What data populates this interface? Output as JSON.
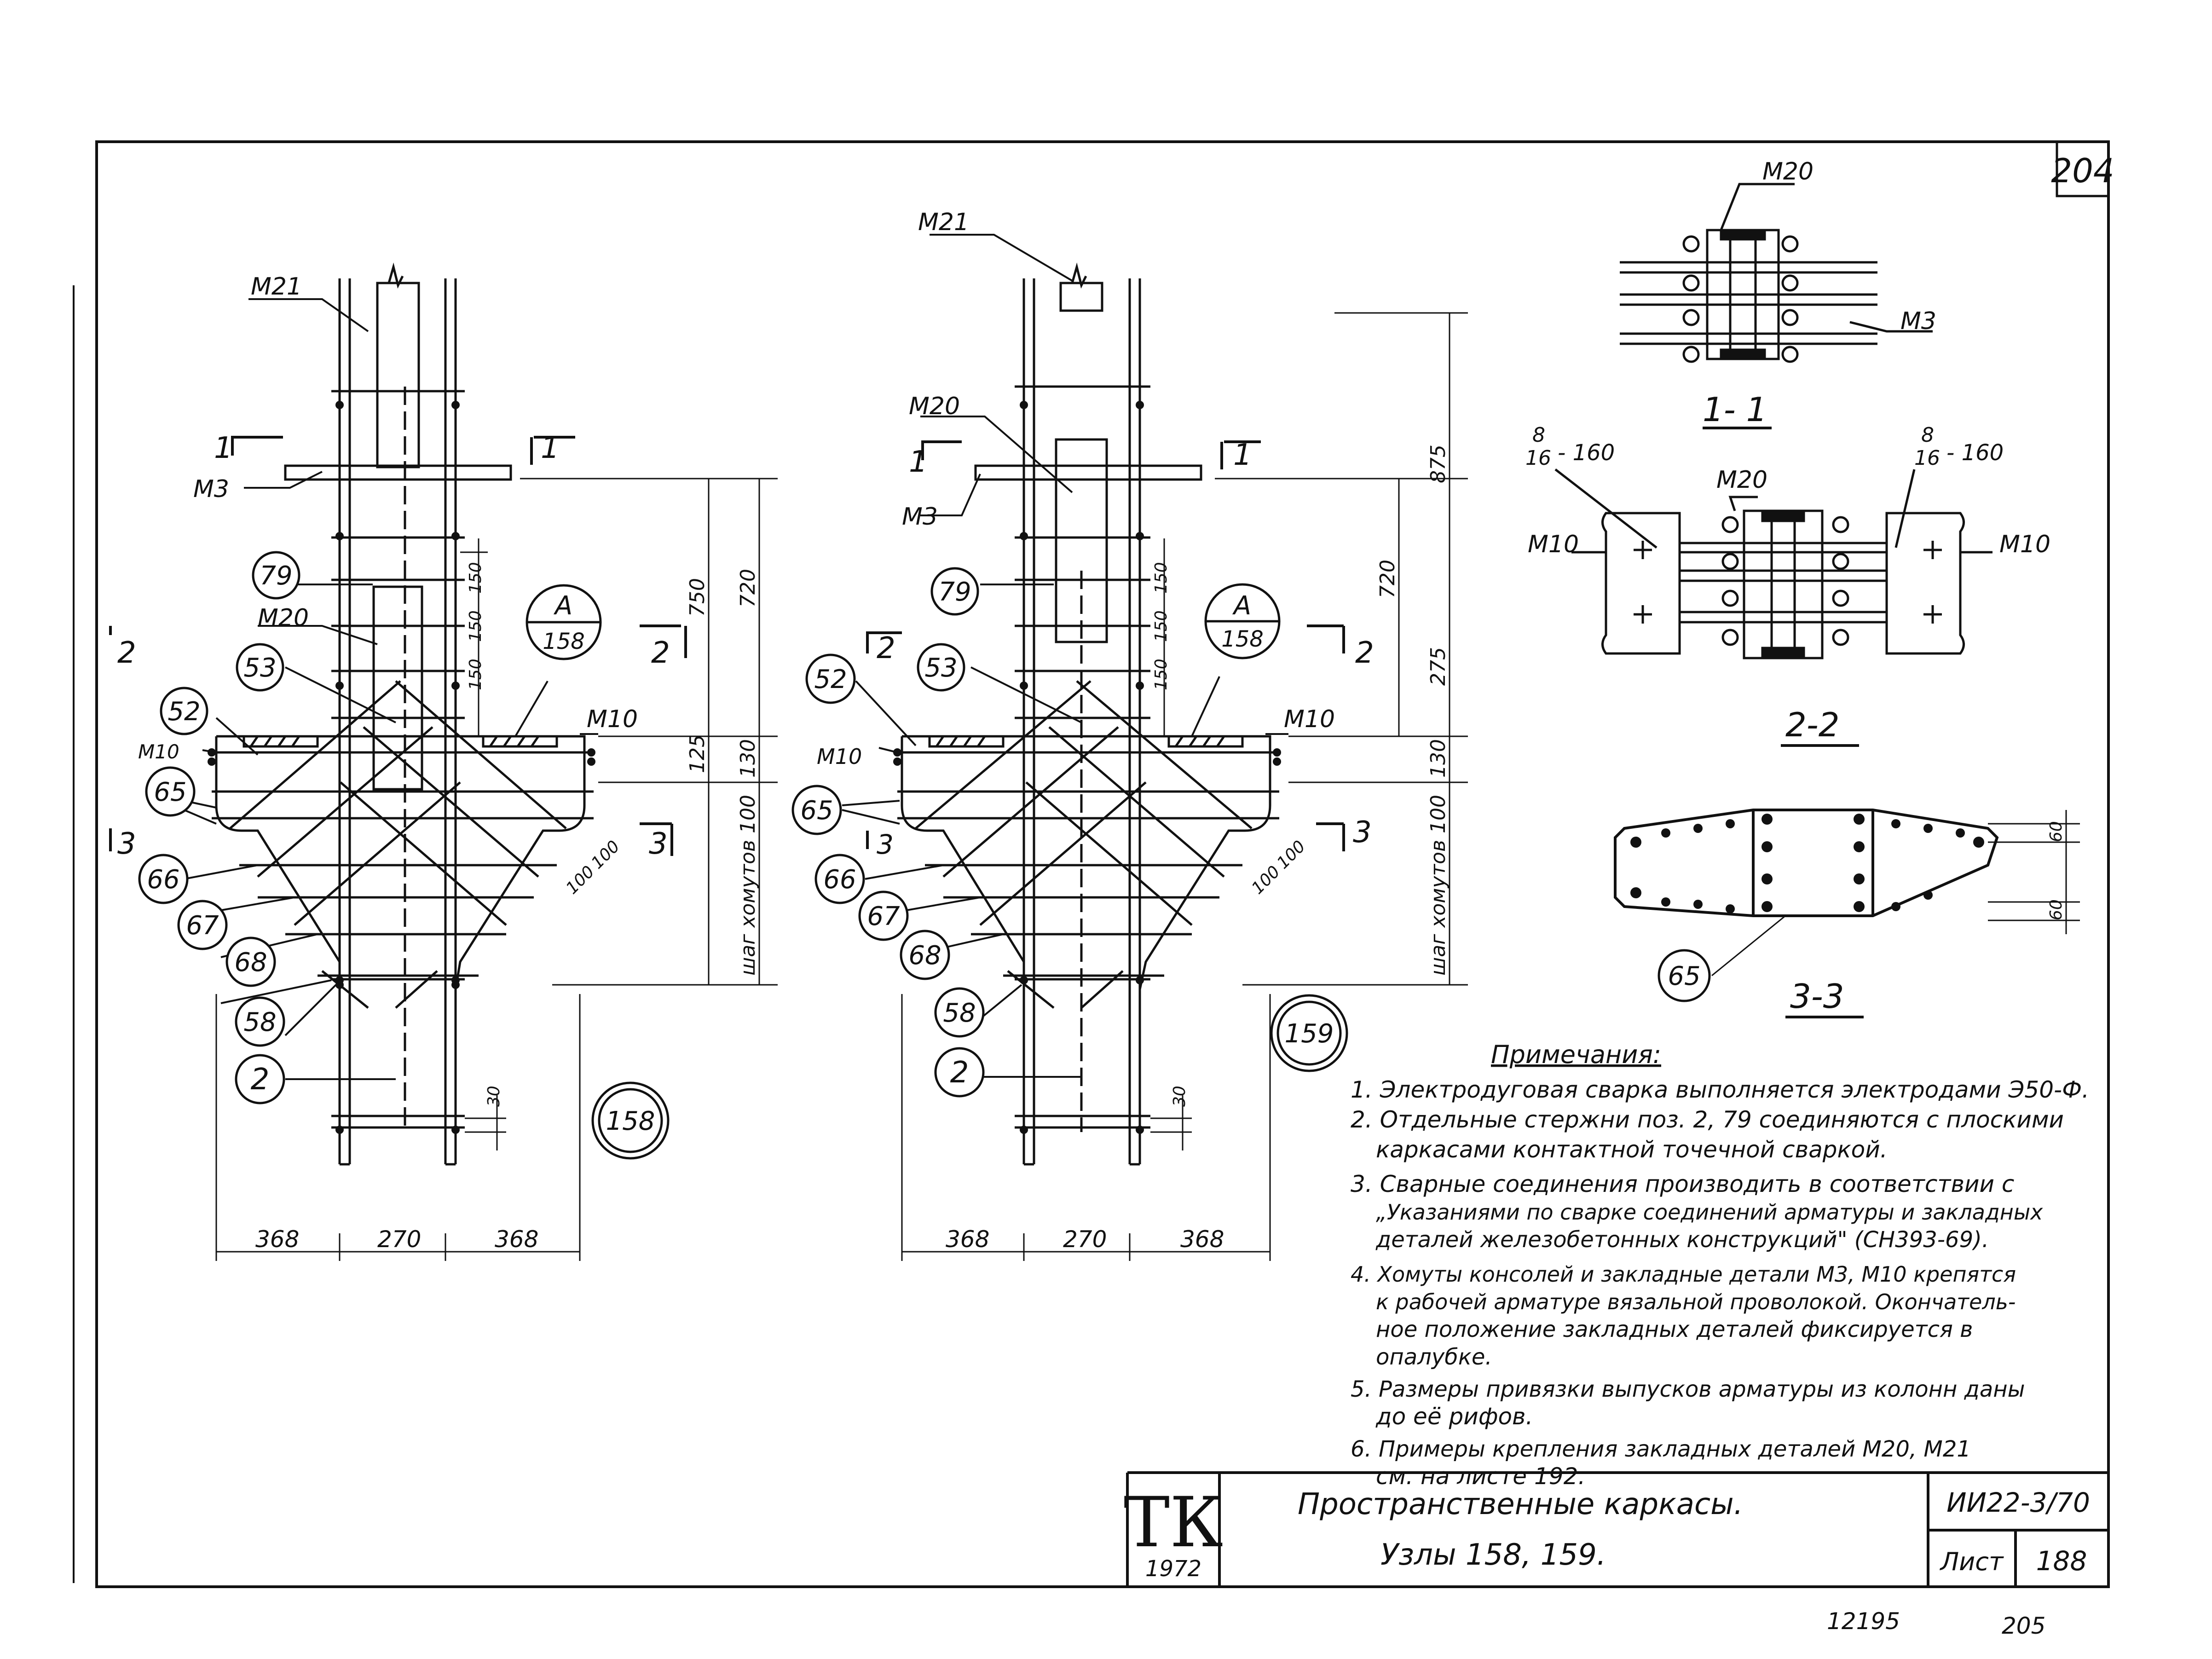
{
  "sheet": {
    "sheet_number_top": "204",
    "bottom_left_code": "12195",
    "bottom_right_number": "205"
  },
  "labels": {
    "m21": "М21",
    "m20": "М20",
    "m3": "М3",
    "m10": "М10",
    "pos2": "2",
    "pos52": "52",
    "pos53": "53",
    "pos58": "58",
    "pos65": "65",
    "pos66": "66",
    "pos67": "67",
    "pos68": "68",
    "pos79": "79",
    "section_1": "1",
    "section_2": "2",
    "section_3": "3",
    "callout_a": "А",
    "callout_158": "158",
    "node_158": "158",
    "node_159": "159",
    "stirrup_pitch": "шаг хомутов 100",
    "frac_num": "8",
    "frac_den": "16",
    "frac_suffix": "- 160",
    "section_1_1": "1- 1",
    "section_2_2": "2-2",
    "section_3_3": "3-3"
  },
  "dims": {
    "d368": "368",
    "d270": "270",
    "d750": "750",
    "d720": "720",
    "d875": "875",
    "d275": "275",
    "d150": "150",
    "d125": "125",
    "d130": "130",
    "d100": "100",
    "d30": "30",
    "d60": "60"
  },
  "notes": {
    "heading": "Примечания:",
    "lines": [
      "1. Электродуговая сварка выполняется электродами Э50-Ф.",
      "2. Отдельные стержни поз. 2, 79 соединяются с плоскими",
      "каркасами контактной точечной сваркой.",
      "3. Сварные соединения производить в соответствии с",
      "„Указаниями по сварке соединений арматуры и закладных",
      "деталей железобетонных конструкций\" (СН393-69).",
      "4. Хомуты консолей и закладные детали М3, М10 крепятся",
      "к рабочей арматуре вязальной проволокой. Окончатель-",
      "ное положение закладных деталей фиксируется в",
      "опалубке.",
      "5. Размеры привязки выпусков арматуры из колонн даны",
      "до её рифов.",
      "6. Примеры крепления закладных деталей М20, М21",
      "см. на листе 192."
    ]
  },
  "title_block": {
    "logo": "ТК",
    "year": "1972",
    "title_line1": "Пространственные каркасы.",
    "title_line2": "Узлы 158, 159.",
    "code": "ИИ22-3/70",
    "sheet_label": "Лист",
    "sheet_number": "188"
  }
}
